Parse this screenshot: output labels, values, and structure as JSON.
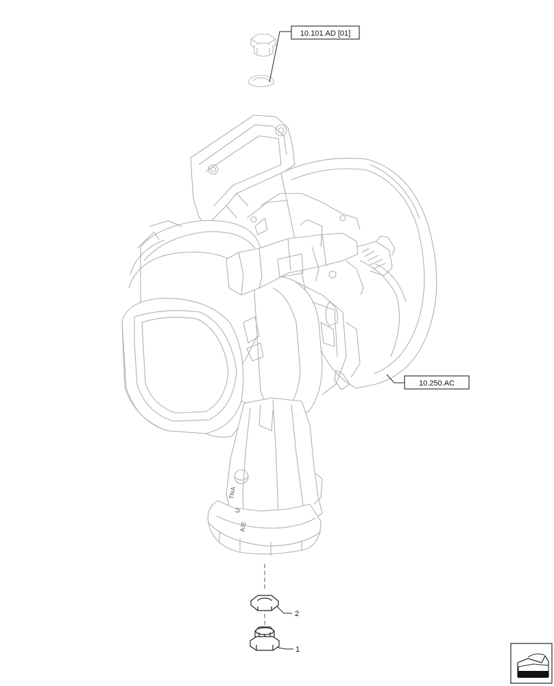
{
  "references": {
    "top": "10.101.AD [01]",
    "right": "10.250.AC"
  },
  "callouts": {
    "part_2": "2",
    "part_1": "1"
  },
  "casting_marks": [
    "TNA",
    "U",
    "A/E"
  ],
  "icon": "page-turn-icon"
}
